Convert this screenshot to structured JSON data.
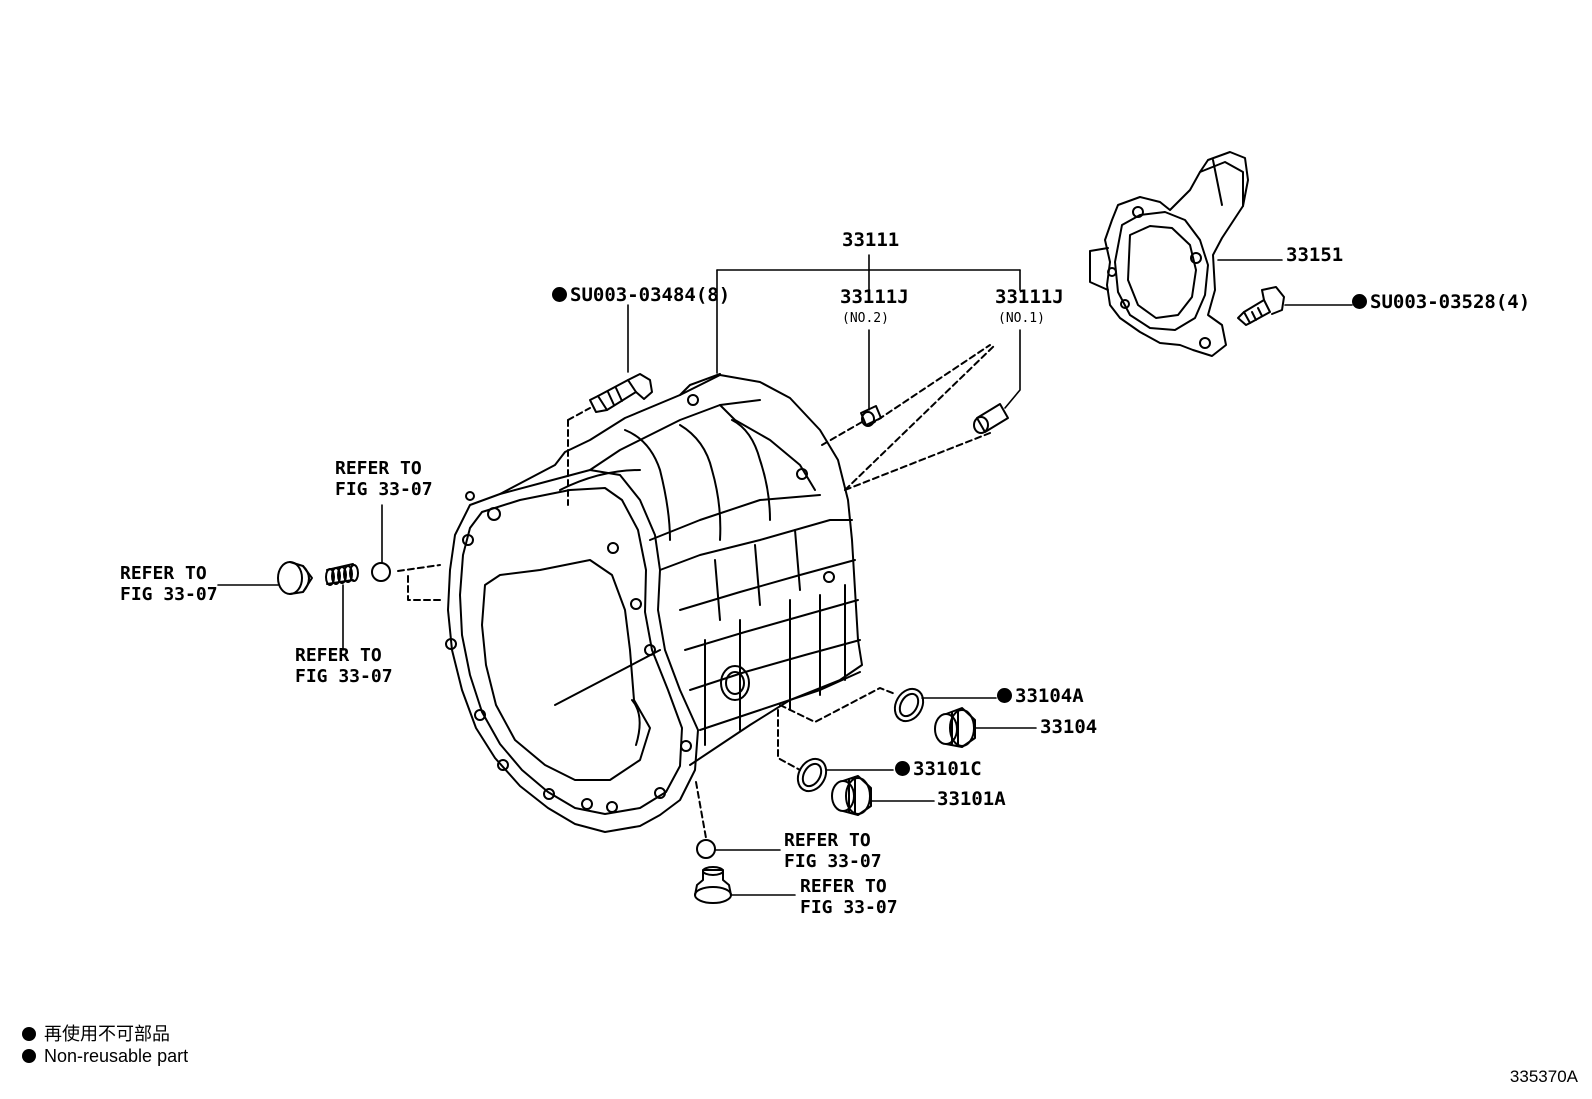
{
  "parts": {
    "case_main": "33111",
    "case_pin_no2": "33111J",
    "case_pin_no2_sub": "(NO.2)",
    "case_pin_no1": "33111J",
    "case_pin_no1_sub": "(NO.1)",
    "bolt_case": "SU003-03484(8)",
    "retainer": "33151",
    "bolt_retainer": "SU003-03528(4)",
    "gasket_a": "33104A",
    "plug_a": "33104",
    "gasket_c": "33101C",
    "plug_c": "33101A"
  },
  "refs": {
    "left_top": "REFER TO\nFIG 33-07",
    "left_mid": "REFER TO\nFIG 33-07",
    "left_bottom": "REFER TO\nFIG 33-07",
    "bottom_ball": "REFER TO\nFIG 33-07",
    "bottom_plug": "REFER TO\nFIG 33-07"
  },
  "legend": {
    "japanese": "再使用不可部品",
    "english": "Non-reusable part"
  },
  "figure_number": "335370A"
}
